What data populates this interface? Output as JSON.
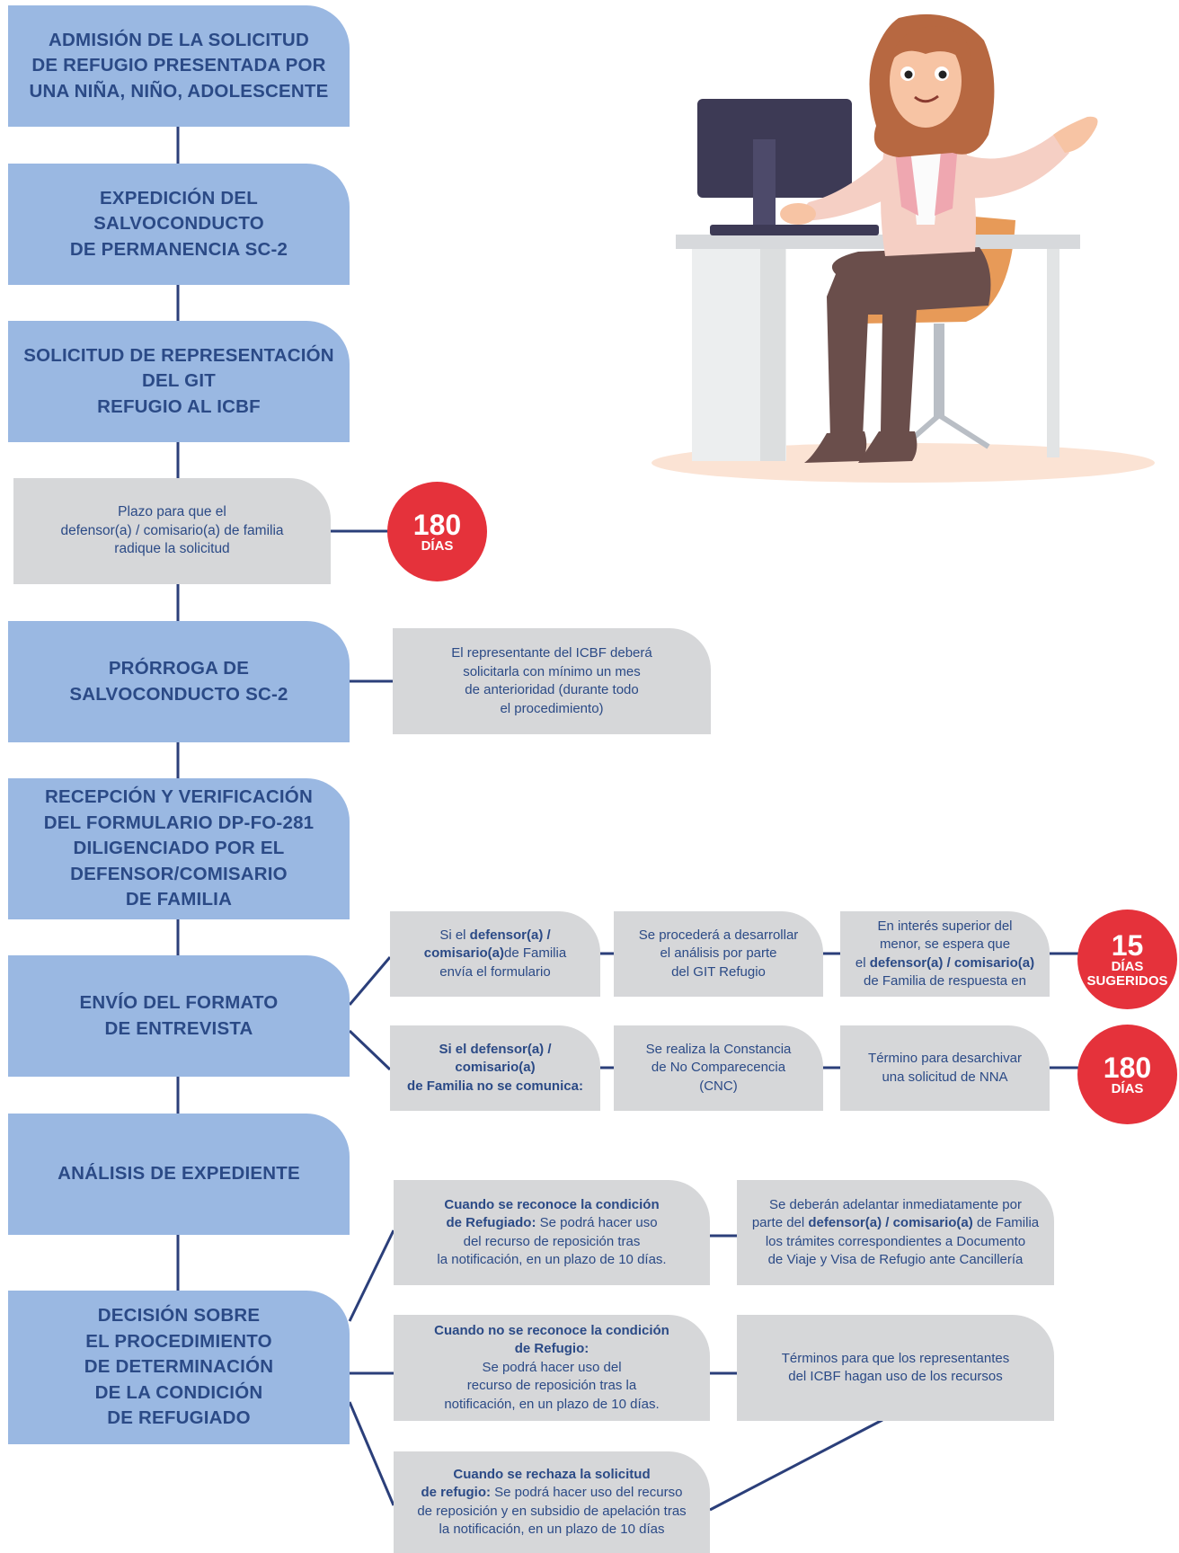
{
  "steps": [
    {
      "label": "ADMISIÓN DE LA SOLICITUD\nDE REFUGIO PRESENTADA POR\nUNA NIÑA, NIÑO, ADOLESCENTE"
    },
    {
      "label": "EXPEDICIÓN DEL\nSALVOCONDUCTO\nDE PERMANENCIA SC-2"
    },
    {
      "label": "SOLICITUD DE REPRESENTACIÓN\nDEL GIT\nREFUGIO AL ICBF"
    },
    {
      "label": "PRÓRROGA DE\nSALVOCONDUCTO SC-2"
    },
    {
      "label": "RECEPCIÓN Y VERIFICACIÓN\nDEL FORMULARIO DP-FO-281\nDILIGENCIADO POR EL\nDEFENSOR/COMISARIO\nDE FAMILIA"
    },
    {
      "label": "ENVÍO DEL FORMATO\nDE ENTREVISTA"
    },
    {
      "label": "ANÁLISIS DE EXPEDIENTE"
    },
    {
      "label": "DECISIÓN SOBRE\nEL PROCEDIMIENTO\nDE DETERMINACIÓN\nDE LA CONDICIÓN\nDE REFUGIADO"
    }
  ],
  "plazo": {
    "text": "Plazo para que el\ndefensor(a) / comisario(a) de familia\nradique la solicitud"
  },
  "badges": {
    "b180_top": {
      "number": "180",
      "unit": "DÍAS"
    },
    "b15": {
      "number": "15",
      "unit": "DÍAS\nSUGERIDOS"
    },
    "b180_bottom": {
      "number": "180",
      "unit": "DÍAS"
    }
  },
  "prorroga_note": {
    "text": "El representante del ICBF deberá\nsolicitarla con mínimo un mes\nde anterioridad (durante todo\nel procedimiento)"
  },
  "envio": {
    "a1": {
      "pre": "Si el ",
      "bold": "defensor(a) /\ncomisario(a)",
      "post": "de Familia\nenvía el formulario"
    },
    "a2": {
      "text": "Se procederá a desarrollar\nel análisis por parte\ndel GIT Refugio"
    },
    "a3": {
      "pre": "En interés superior del\nmenor, se espera que\nel ",
      "bold": "defensor(a) / comisario(a)",
      "post": "\nde Familia de respuesta en"
    },
    "b1": {
      "bold": "Si el defensor(a) / comisario(a)\nde Familia no se comunica:"
    },
    "b2": {
      "text": "Se realiza la Constancia\nde No Comparecencia\n(CNC)"
    },
    "b3": {
      "text": "Término para desarchivar\nuna solicitud de NNA"
    }
  },
  "decision": {
    "d1": {
      "bold": "Cuando se reconoce la condición\nde Refugiado:",
      "post": " Se podrá hacer uso\ndel recurso de reposición tras\nla notificación, en un plazo de 10 días."
    },
    "d2": {
      "bold": "Cuando no se reconoce la condición\nde Refugio:",
      "post": "\nSe podrá hacer uso del\nrecurso de reposición tras la\nnotificación, en un plazo de 10 días."
    },
    "d3": {
      "bold": "Cuando se rechaza la solicitud\nde refugio:",
      "post": " Se podrá hacer uso del recurso\nde reposición y en subsidio de apelación tras\nla notificación, en un plazo de 10 días"
    },
    "r1": {
      "pre": "Se deberán adelantar inmediatamente por\nparte del ",
      "bold": "defensor(a) / comisario(a)",
      "post": " de Familia\nlos trámites correspondientes a Documento\nde Viaje y Visa de Refugio ante Cancillería"
    },
    "r2": {
      "text": "Términos para que los representantes\ndel ICBF hagan uso de los recursos"
    }
  },
  "colors": {
    "step": "#9ab8e2",
    "stepText": "#2b4a86",
    "gray": "#d6d7d9",
    "badge": "#e5323b",
    "line": "#2b3f7a"
  }
}
